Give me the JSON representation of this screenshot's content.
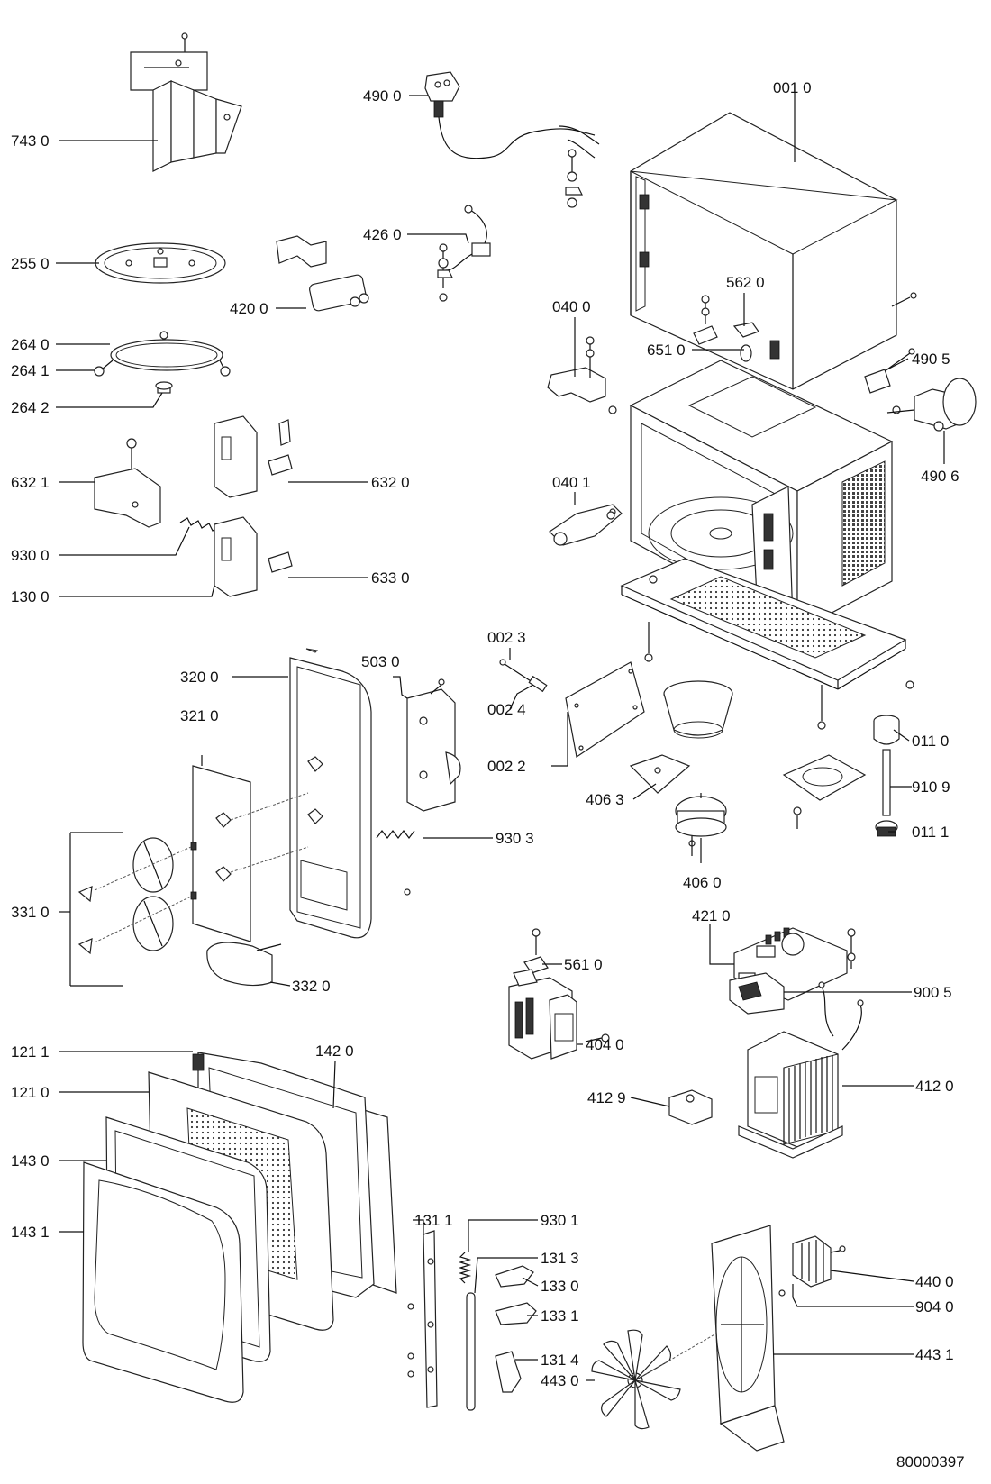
{
  "labels": [
    {
      "id": "p7430",
      "text": "743 0"
    },
    {
      "id": "p4900",
      "text": "490 0"
    },
    {
      "id": "p0010",
      "text": "001 0"
    },
    {
      "id": "p2550",
      "text": "255 0"
    },
    {
      "id": "p4260",
      "text": "426 0"
    },
    {
      "id": "p4200",
      "text": "420 0"
    },
    {
      "id": "p0400",
      "text": "040 0"
    },
    {
      "id": "p5620",
      "text": "562 0"
    },
    {
      "id": "p6510",
      "text": "651 0"
    },
    {
      "id": "p4905",
      "text": "490 5"
    },
    {
      "id": "p2640",
      "text": "264 0"
    },
    {
      "id": "p2641",
      "text": "264 1"
    },
    {
      "id": "p2642",
      "text": "264 2"
    },
    {
      "id": "p4906",
      "text": "490 6"
    },
    {
      "id": "p0401",
      "text": "040 1"
    },
    {
      "id": "p6321",
      "text": "632 1"
    },
    {
      "id": "p6320",
      "text": "632 0"
    },
    {
      "id": "p9300",
      "text": "930 0"
    },
    {
      "id": "p6330",
      "text": "633 0"
    },
    {
      "id": "p1300",
      "text": "130 0"
    },
    {
      "id": "p0023",
      "text": "002 3"
    },
    {
      "id": "p5030",
      "text": "503 0"
    },
    {
      "id": "p3200",
      "text": "320 0"
    },
    {
      "id": "p3210",
      "text": "321 0"
    },
    {
      "id": "p0024",
      "text": "002 4"
    },
    {
      "id": "p0110",
      "text": "011 0"
    },
    {
      "id": "p0022",
      "text": "002 2"
    },
    {
      "id": "p9109",
      "text": "910 9"
    },
    {
      "id": "p4063",
      "text": "406 3"
    },
    {
      "id": "p0111",
      "text": "011 1"
    },
    {
      "id": "p9303",
      "text": "930 3"
    },
    {
      "id": "p3310",
      "text": "331 0"
    },
    {
      "id": "p4060",
      "text": "406 0"
    },
    {
      "id": "p4210",
      "text": "421 0"
    },
    {
      "id": "p5610",
      "text": "561 0"
    },
    {
      "id": "p3320",
      "text": "332 0"
    },
    {
      "id": "p9005",
      "text": "900 5"
    },
    {
      "id": "p4040",
      "text": "404 0"
    },
    {
      "id": "p1211",
      "text": "121 1"
    },
    {
      "id": "p1420",
      "text": "142 0"
    },
    {
      "id": "p4120",
      "text": "412 0"
    },
    {
      "id": "p4129",
      "text": "412 9"
    },
    {
      "id": "p1210",
      "text": "121 0"
    },
    {
      "id": "p1430",
      "text": "143 0"
    },
    {
      "id": "p1311",
      "text": "131 1"
    },
    {
      "id": "p9301",
      "text": "930 1"
    },
    {
      "id": "p1431",
      "text": "143 1"
    },
    {
      "id": "p1313",
      "text": "131 3"
    },
    {
      "id": "p1330",
      "text": "133 0"
    },
    {
      "id": "p4400",
      "text": "440 0"
    },
    {
      "id": "p1331",
      "text": "133 1"
    },
    {
      "id": "p9040",
      "text": "904 0"
    },
    {
      "id": "p4431",
      "text": "443 1"
    },
    {
      "id": "p1314",
      "text": "131 4"
    },
    {
      "id": "p4430",
      "text": "443 0"
    }
  ],
  "document_number": "80000397"
}
